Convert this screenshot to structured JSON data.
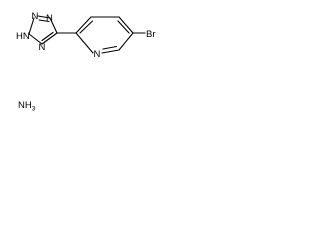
{
  "structure": {
    "atoms": {
      "bromine": "Br",
      "pyridine_n": "N",
      "tetrazole_n2": "N",
      "tetrazole_n3": "N",
      "tetrazole_n4": "N",
      "tetrazole_nh": "N",
      "tetrazole_h": "H"
    },
    "ammonia": {
      "symbol": "NH",
      "subscript": "3"
    }
  },
  "colors": {
    "ink": "#000000",
    "background": "#ffffff"
  }
}
